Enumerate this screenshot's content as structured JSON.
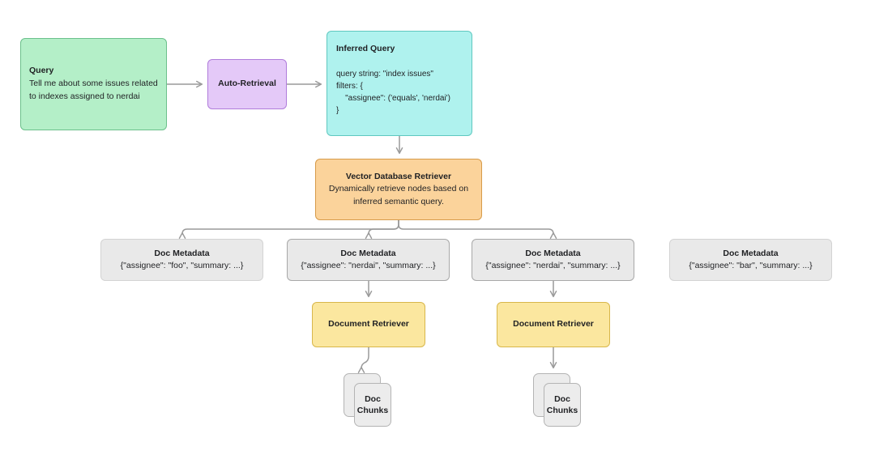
{
  "diagram": {
    "nodes": {
      "query": {
        "title": "Query",
        "body": "Tell me about some issues related to indexes assigned to nerdai"
      },
      "auto_retrieval": {
        "title": "Auto-Retrieval"
      },
      "inferred_query": {
        "title": "Inferred Query",
        "body": "query string: \"index issues\"\nfilters: {\n    \"assignee\": ('equals', 'nerdai')\n}"
      },
      "vector_db_retriever": {
        "title": "Vector Database Retriever",
        "body": "Dynamically retrieve nodes based on inferred semantic query."
      },
      "doc_metadata": [
        {
          "title": "Doc Metadata",
          "body": "{\"assignee\": \"foo\", \"summary: ...}"
        },
        {
          "title": "Doc Metadata",
          "body": "{\"assignee\": \"nerdai\", \"summary: ...}"
        },
        {
          "title": "Doc Metadata",
          "body": "{\"assignee\": \"nerdai\", \"summary: ...}"
        },
        {
          "title": "Doc Metadata",
          "body": "{\"assignee\": \"bar\", \"summary: ...}"
        }
      ],
      "document_retriever": [
        {
          "title": "Document Retriever"
        },
        {
          "title": "Document Retriever"
        }
      ],
      "doc_chunks": [
        {
          "line1": "Doc",
          "line2": "Chunks"
        },
        {
          "line1": "Doc",
          "line2": "Chunks"
        }
      ]
    },
    "colors": {
      "query_fill": "#b4efc8",
      "query_border": "#6bc08b",
      "auto_retrieval_fill": "#e4c9f8",
      "auto_retrieval_border": "#b07ddb",
      "inferred_query_fill": "#aff2ee",
      "inferred_query_border": "#5fc8c0",
      "vector_db_fill": "#fbd39b",
      "vector_db_border": "#d79b4a",
      "doc_metadata_fill": "#e9e9e9",
      "doc_metadata_border": "#a8a8a8",
      "document_retriever_fill": "#fbe79f",
      "document_retriever_border": "#d8b74b",
      "doc_chunks_fill": "#ececec",
      "doc_chunks_border": "#b4b4b4",
      "edge": "#9a9a9a",
      "background": "#ffffff",
      "text": "#1f2023"
    }
  }
}
